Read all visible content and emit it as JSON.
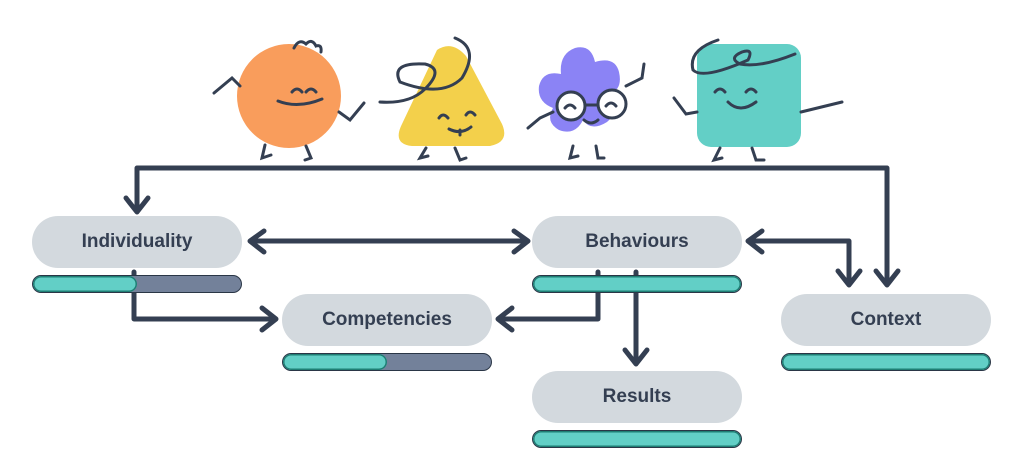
{
  "diagram": {
    "characters": [
      {
        "name": "orange-circle-character",
        "color": "#f99d5c"
      },
      {
        "name": "yellow-triangle-character",
        "color": "#f3d04b"
      },
      {
        "name": "purple-flower-character",
        "color": "#8b83f5"
      },
      {
        "name": "teal-square-character",
        "color": "#63cfc6"
      }
    ],
    "nodes": [
      {
        "id": "individuality",
        "label": "Individuality",
        "progress": 0.5
      },
      {
        "id": "behaviours",
        "label": "Behaviours",
        "progress": 1.0
      },
      {
        "id": "competencies",
        "label": "Competencies",
        "progress": 0.5
      },
      {
        "id": "context",
        "label": "Context",
        "progress": 1.0
      },
      {
        "id": "results",
        "label": "Results",
        "progress": 1.0
      }
    ],
    "connections": [
      {
        "from": "characters",
        "to": "individuality"
      },
      {
        "from": "characters",
        "to": "context"
      },
      {
        "from": "individuality",
        "to": "behaviours",
        "bidirectional": true
      },
      {
        "from": "individuality",
        "to": "competencies"
      },
      {
        "from": "behaviours",
        "to": "competencies"
      },
      {
        "from": "behaviours",
        "to": "results"
      },
      {
        "from": "behaviours",
        "to": "context",
        "bidirectional": true
      }
    ],
    "colors": {
      "line": "#343f52",
      "node_bg": "#d3d9de",
      "progress_fill": "#62cfc6",
      "progress_track": "#73819a"
    }
  }
}
